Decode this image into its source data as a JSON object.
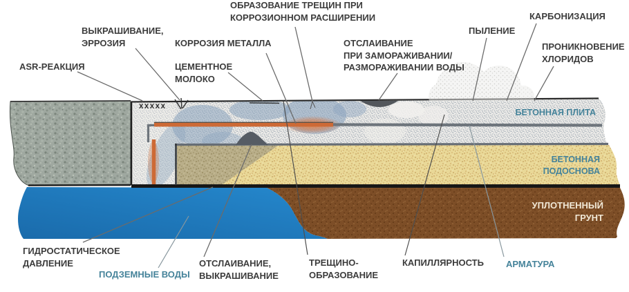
{
  "figure": {
    "description": "Cross-section diagram of concrete floor slab deterioration mechanisms"
  },
  "callouts": {
    "crack_corrosion": "ОБРАЗОВАНИЕ ТРЕЩИН ПРИ\nКОРРОЗИОННОМ РАСШИРЕНИИ",
    "spalling_erosion": "ВЫКРАШИВАНИЕ,\nЭРРОЗИЯ",
    "metal_corrosion": "КОРРОЗИЯ МЕТАЛЛА",
    "cement_laitance": "ЦЕМЕНТНОЕ\nМОЛОКО",
    "asr": "ASR-РЕАКЦИЯ",
    "freeze_thaw": "ОТСЛАИВАНИЕ\nПРИ ЗАМОРАЖИВАНИИ/\nРАЗМОРАЖИВАНИИ ВОДЫ",
    "dusting": "ПЫЛЕНИЕ",
    "carbonization": "КАРБОНИЗАЦИЯ",
    "chlorides": "ПРОНИКНОВЕНИЕ\nХЛОРИДОВ",
    "hydrostatic": "ГИДРОСТАТИЧЕСКОЕ\nДАВЛЕНИЕ",
    "groundwater": "ПОДЗЕМНЫЕ ВОДЫ",
    "delamination_spalling": "ОТСЛАИВАНИЕ,\nВЫКРАШИВАНИЕ",
    "cracking": "ТРЕЩИНО-\nОБРАЗОВАНИЕ",
    "capillarity": "КАПИЛЛЯРНОСТЬ",
    "rebar": "АРМАТУРА"
  },
  "layers": {
    "slab": "БЕТОННАЯ ПЛИТА",
    "subbase": "БЕТОННАЯ\nПОДОСНОВА",
    "soil": "УПЛОТНЕННЫЙ\nГРУНТ"
  },
  "marks": {
    "asr_surface": "xxxxx"
  },
  "colors": {
    "label": "#3c3c3c",
    "teal": "#45839a",
    "leader": "#6b6b6b",
    "leader_light": "#88979e",
    "water_top": "#2588cd",
    "water_deep": "#1a6bab",
    "rust": "#cd6a36",
    "rebar_gray": "#6e757c",
    "slab_base": "#edece9",
    "block_base": "#9fa8a0",
    "sand_base": "#e9d897",
    "olive_base": "#b6ac88",
    "soil_base": "#7d4e27",
    "soil_text": "#f1e8d6",
    "membrane": "#171717",
    "moisture_blob": "#8ba4be",
    "defect_dark": "#565c64"
  }
}
